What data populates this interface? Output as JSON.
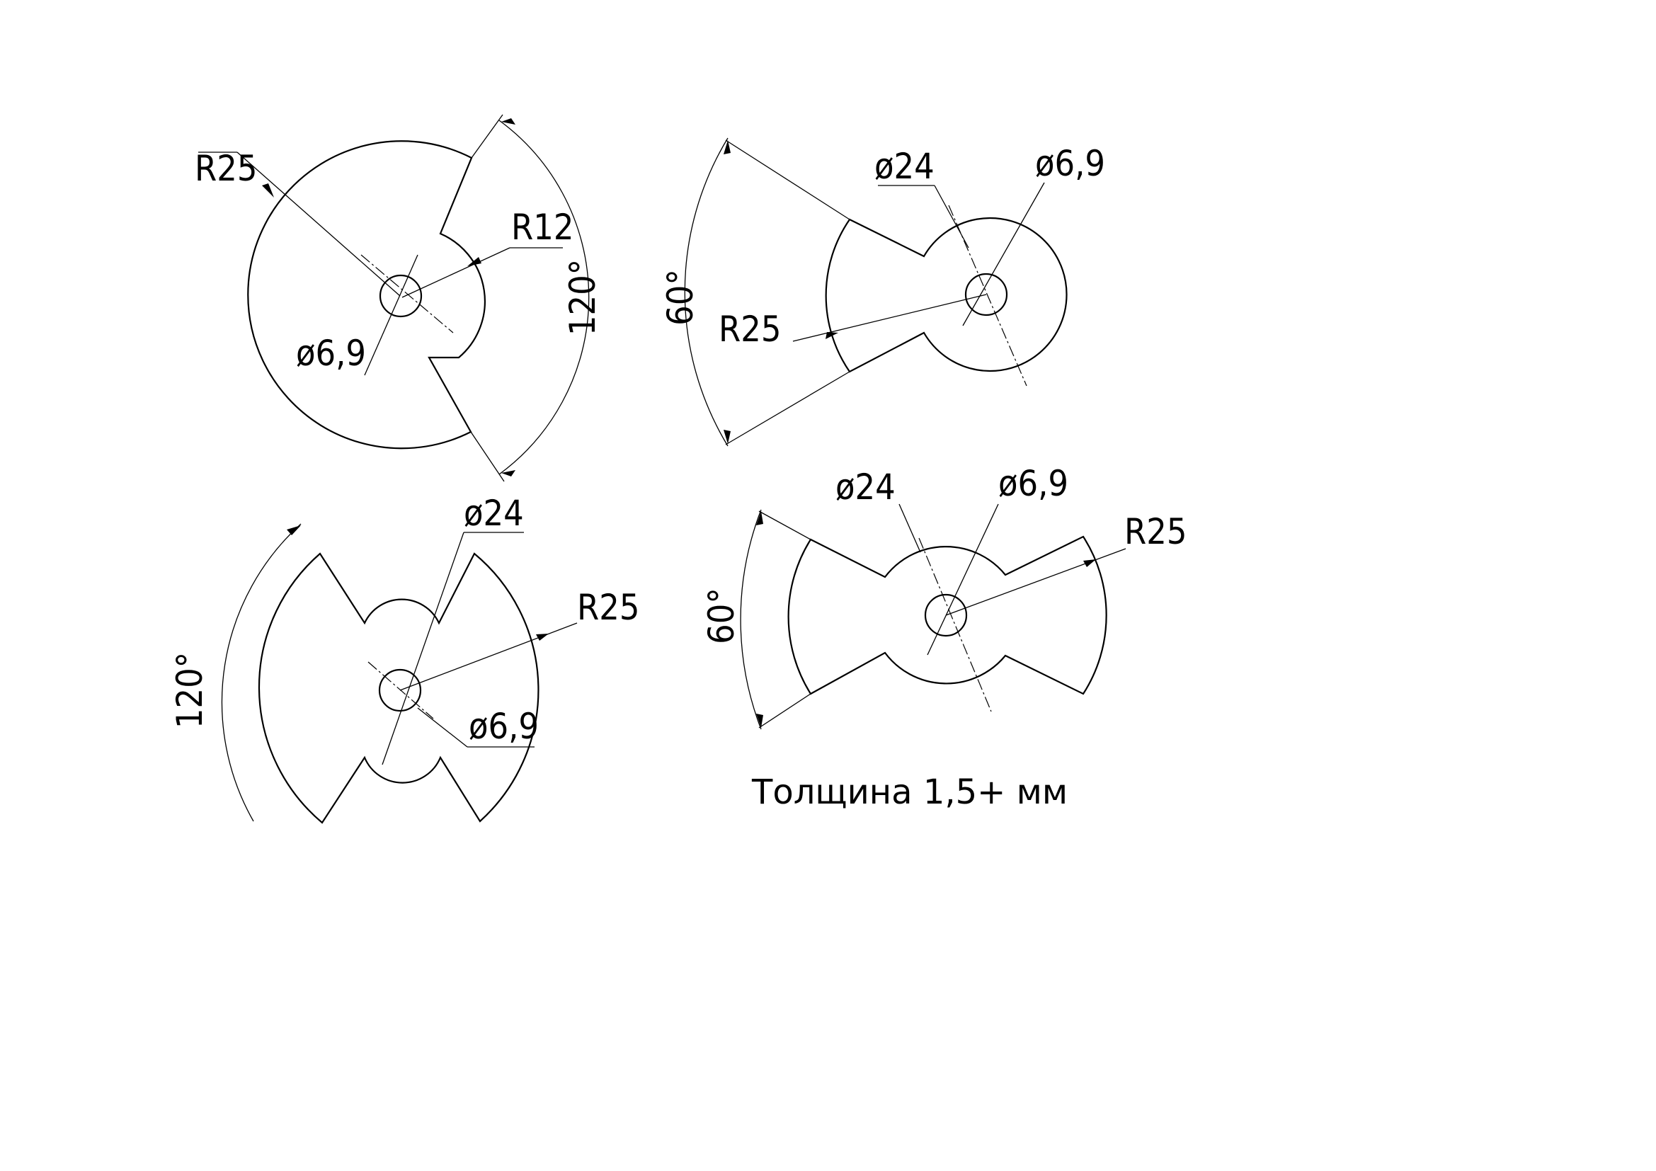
{
  "drawing": {
    "part1": {
      "outer_radius": "R25",
      "inner_radius": "R12",
      "hole": "ø6,9",
      "angle": "120°"
    },
    "part2": {
      "hub": "ø24",
      "hole": "ø6,9",
      "outer_radius": "R25",
      "angle": "60°"
    },
    "part3": {
      "hub": "ø24",
      "outer_radius": "R25",
      "hole": "ø6,9",
      "angle": "120°"
    },
    "part4": {
      "hub": "ø24",
      "hole": "ø6,9",
      "outer_radius": "R25",
      "angle": "60°"
    },
    "note": "Толщина 1,5+ мм"
  }
}
